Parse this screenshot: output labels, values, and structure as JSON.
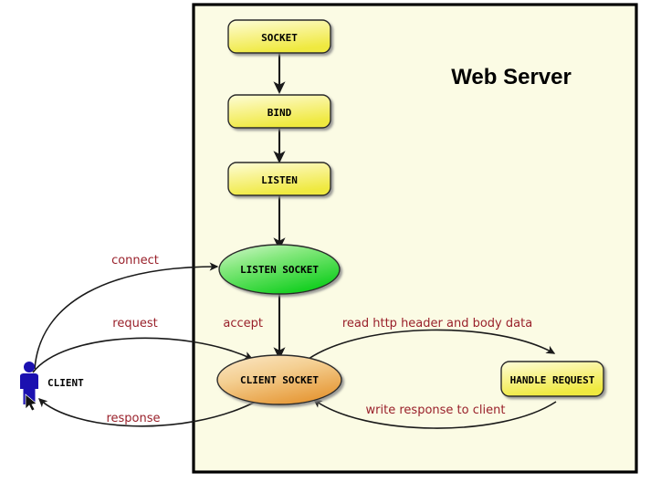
{
  "diagram": {
    "title": "Web Server",
    "background_color": "#ffffff",
    "server_panel": {
      "label": "Web Server",
      "fill": "#fbfbe4",
      "border_color": "#000000"
    },
    "actor": {
      "label": "CLIENT",
      "color": "#1b10b0",
      "icon": "person-icon",
      "cursor_icon": "mouse-cursor-icon"
    },
    "nodes": [
      {
        "id": "socket",
        "label": "SOCKET",
        "shape": "rounded-rect",
        "fill": "#f2ef5e"
      },
      {
        "id": "bind",
        "label": "BIND",
        "shape": "rounded-rect",
        "fill": "#f2ef5e"
      },
      {
        "id": "listen",
        "label": "LISTEN",
        "shape": "rounded-rect",
        "fill": "#f2ef5e"
      },
      {
        "id": "listen-socket",
        "label": "LISTEN SOCKET",
        "shape": "ellipse",
        "fill": "#4ddd4d"
      },
      {
        "id": "client-socket",
        "label": "CLIENT SOCKET",
        "shape": "ellipse",
        "fill": "#ecab54"
      },
      {
        "id": "handle-request",
        "label": "HANDLE REQUEST",
        "shape": "rounded-rect",
        "fill": "#f2ef5e"
      }
    ],
    "edges": [
      {
        "id": "connect",
        "label": "connect",
        "from": "client",
        "to": "listen-socket",
        "color": "#99202a"
      },
      {
        "id": "request",
        "label": "request",
        "from": "client",
        "to": "client-socket",
        "color": "#99202a"
      },
      {
        "id": "response",
        "label": "response",
        "from": "client-socket",
        "to": "client",
        "color": "#99202a"
      },
      {
        "id": "accept",
        "label": "accept",
        "from": "listen-socket",
        "to": "client-socket",
        "color": "#99202a"
      },
      {
        "id": "read",
        "label": "read http header and body data",
        "from": "client-socket",
        "to": "handle-request",
        "color": "#99202a"
      },
      {
        "id": "write",
        "label": "write response to client",
        "from": "handle-request",
        "to": "client-socket",
        "color": "#99202a"
      },
      {
        "id": "socket-bind",
        "label": "",
        "from": "socket",
        "to": "bind",
        "color": "#1a1a1a"
      },
      {
        "id": "bind-listen",
        "label": "",
        "from": "bind",
        "to": "listen",
        "color": "#1a1a1a"
      },
      {
        "id": "listen-lsock",
        "label": "",
        "from": "listen",
        "to": "listen-socket",
        "color": "#1a1a1a"
      }
    ]
  }
}
